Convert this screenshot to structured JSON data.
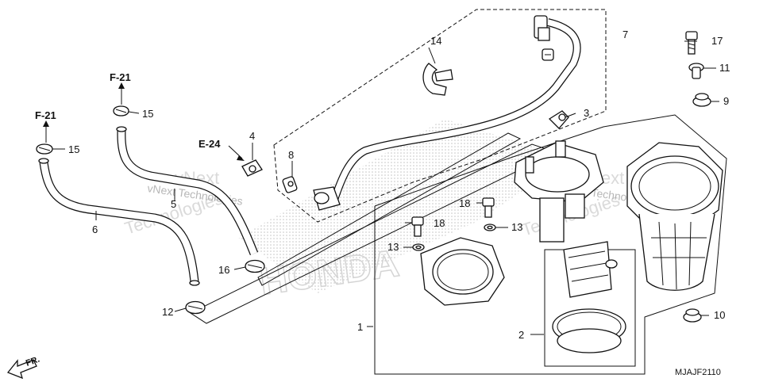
{
  "diagram_code": "MJAJF2110",
  "direction_label": "FR.",
  "brand_mark": "HONDA",
  "watermarks": [
    "vNext",
    "Technologies",
    "vNext Technologies"
  ],
  "refs": [
    "F-21",
    "F-21",
    "E-24"
  ],
  "callouts": [
    "1",
    "2",
    "3",
    "4",
    "5",
    "6",
    "7",
    "8",
    "9",
    "10",
    "11",
    "12",
    "13",
    "13",
    "14",
    "15",
    "15",
    "16",
    "17",
    "18",
    "18"
  ]
}
